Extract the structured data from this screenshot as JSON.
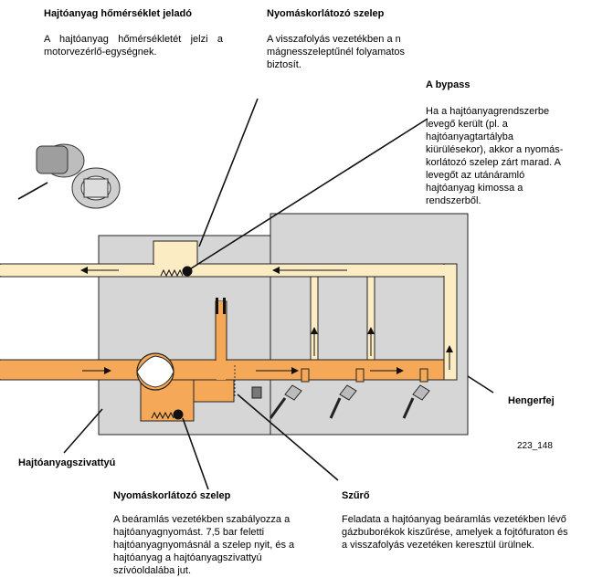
{
  "labels": {
    "temp_sensor_title": "Hajtóanyag hőmérséklet jeladó",
    "temp_sensor_text": "A hajtóanyag hőmérsékletét jelzi a motorvezérlő-egységnek.",
    "return_valve_title": "Nyomáskorlátozó szelep",
    "return_valve_text_1": "A visszafolyás vezetékben a n",
    "return_valve_text_2": "mágnesszeleptűnél folyamatos",
    "return_valve_text_3": "biztosít.",
    "bypass_title": "A bypass",
    "bypass_text": "Ha a hajtóanyagrendszerbe levegő került (pl. a hajtóanyagtartályba kiürülésekor), akkor a nyomás-korlátozó szelep zárt marad. A levegőt az utánáramló hajtóanyag kimossa a rendszerből.",
    "cylinder_head": "Hengerfej",
    "fuel_pump": "Hajtóanyagszivattyú",
    "figure_code": "223_148",
    "supply_valve_title": "Nyomáskorlátozó szelep",
    "supply_valve_text": "A beáramlás vezetékben szabályozza a hajtóanyagnyomást. 7,5 bar feletti hajtóanyagnyomásnál a szelep nyit, és a hajtóanyag a hajtóanyagszivattyú szívóoldalába jut.",
    "filter_title": "Szűrő",
    "filter_text": "Feladata a hajtóanyag beáramlás vezetékben lévő gázbuborékok kiszűrése, amelyek a fojtófuraton és a visszafolyás vezetéken keresztül ürülnek."
  },
  "colors": {
    "return_fuel": "#fcecc4",
    "supply_fuel": "#f5a857",
    "housing": "#d6d6d6",
    "outline": "#222222"
  },
  "icons": [
    "fuel-temperature-sensor-icon",
    "fuel-injector-icon",
    "spring-valve-icon",
    "flow-arrow-icon"
  ]
}
